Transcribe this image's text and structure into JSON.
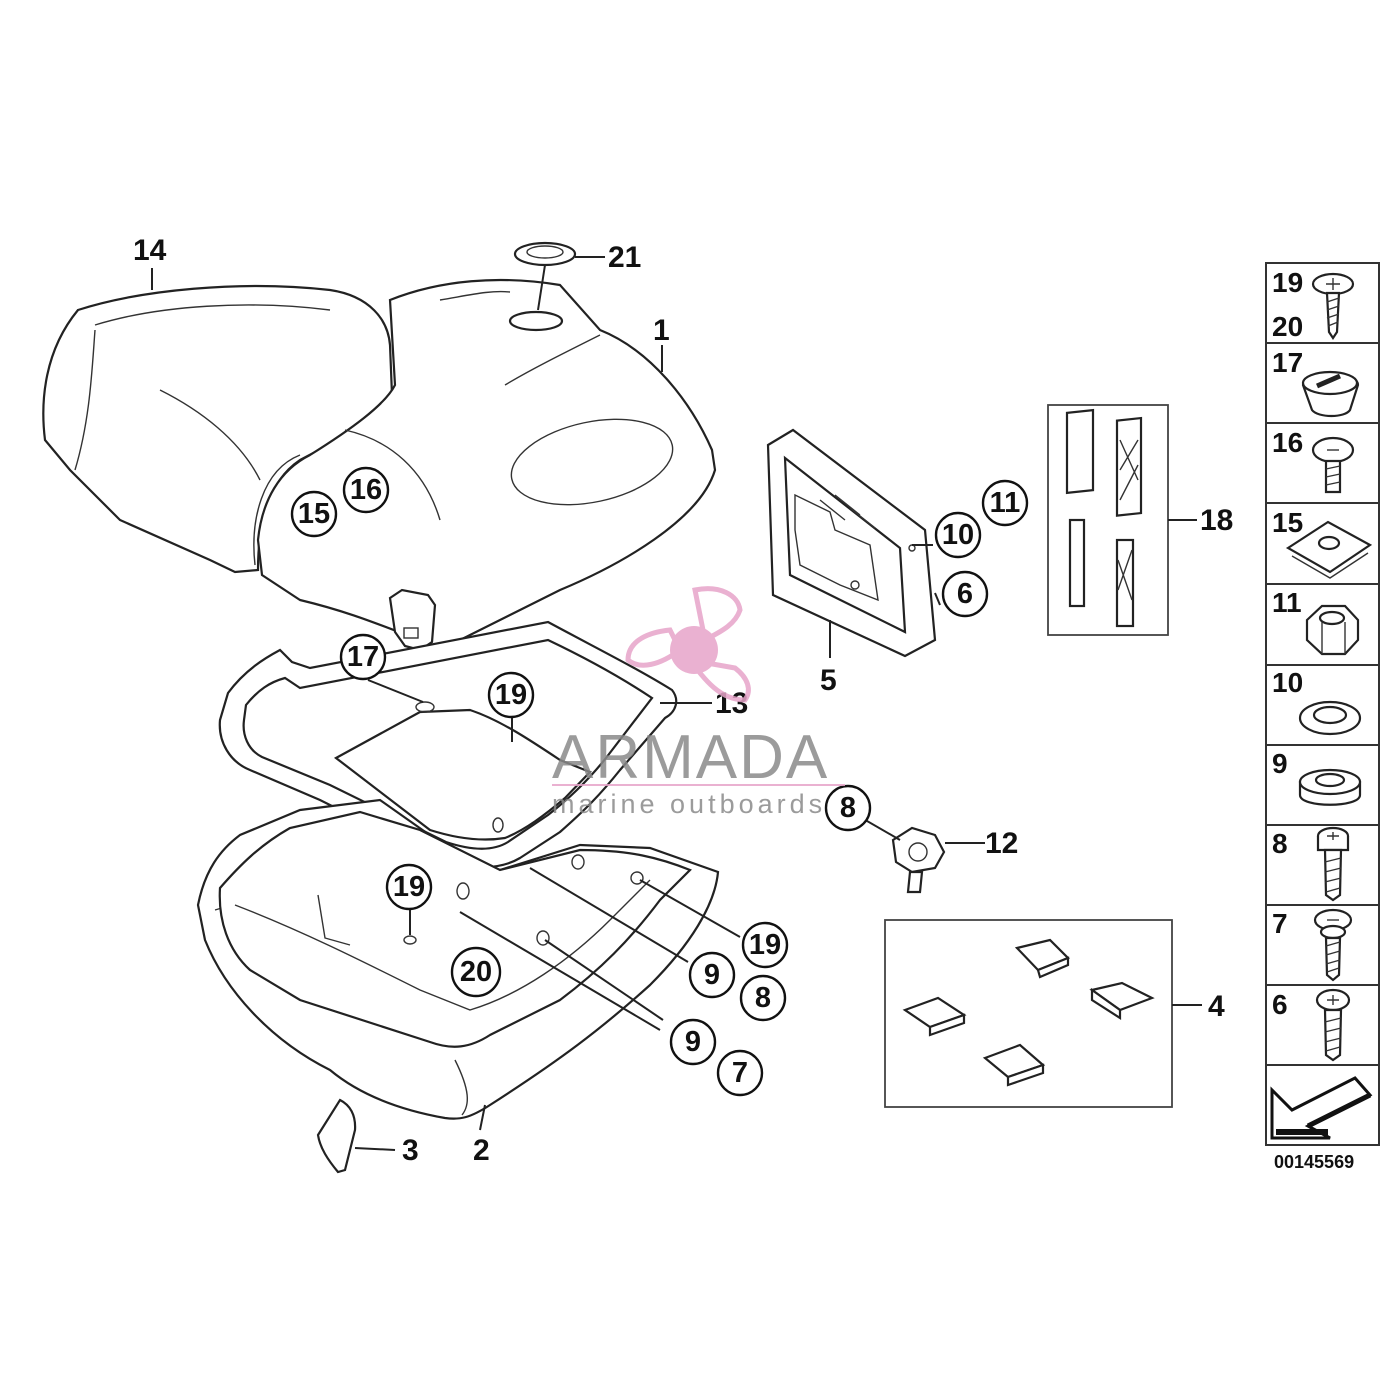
{
  "diagram": {
    "callouts": {
      "c1": "1",
      "c2": "2",
      "c3": "3",
      "c4": "4",
      "c5": "5",
      "c12": "12",
      "c13": "13",
      "c14": "14",
      "c18": "18",
      "c21": "21"
    },
    "circled": {
      "c6": "6",
      "c7": "7",
      "c8a": "8",
      "c8b": "8",
      "c9a": "9",
      "c9b": "9",
      "c10": "10",
      "c11": "11",
      "c15": "15",
      "c16": "16",
      "c17": "17",
      "c19a": "19",
      "c19b": "19",
      "c19c": "19",
      "c20": "20"
    },
    "sidebar": [
      {
        "label": "19",
        "label2": "20",
        "icon": "screw-icon"
      },
      {
        "label": "17",
        "icon": "cap-icon"
      },
      {
        "label": "16",
        "icon": "screw-icon"
      },
      {
        "label": "15",
        "icon": "clip-nut-icon"
      },
      {
        "label": "11",
        "icon": "hex-nut-icon"
      },
      {
        "label": "10",
        "icon": "washer-icon"
      },
      {
        "label": "9",
        "icon": "rubber-bush-icon"
      },
      {
        "label": "8",
        "icon": "screw-icon"
      },
      {
        "label": "7",
        "icon": "screw-icon"
      },
      {
        "label": "6",
        "icon": "screw-icon"
      },
      {
        "label": "",
        "icon": "arrow-icon"
      }
    ],
    "reference_number": "00145569",
    "watermark": {
      "brand": "ARMADA",
      "tagline": "marine outboards"
    }
  }
}
